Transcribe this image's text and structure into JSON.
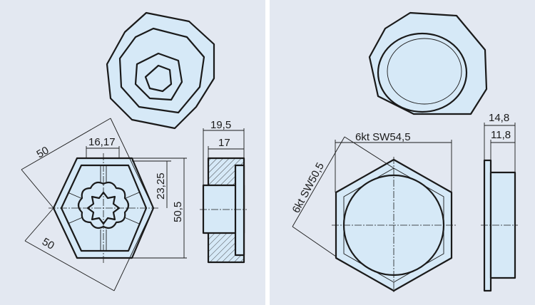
{
  "left_panel": {
    "dimensions": {
      "across_flats_upper": "50",
      "across_flats_lower": "50",
      "slot_width": "16,17",
      "half_height": "23,25",
      "height": "50,5",
      "total_width": "19,5",
      "body_width": "17"
    }
  },
  "right_panel": {
    "dimensions": {
      "outer_hex": "6kt SW54,5",
      "inner_hex": "6kt SW50,5",
      "total_width": "14,8",
      "body_width": "11,8"
    }
  },
  "colors": {
    "background": "#e3e8f1",
    "part_fill": "#d6e9f7",
    "divider": "#ffffff"
  }
}
